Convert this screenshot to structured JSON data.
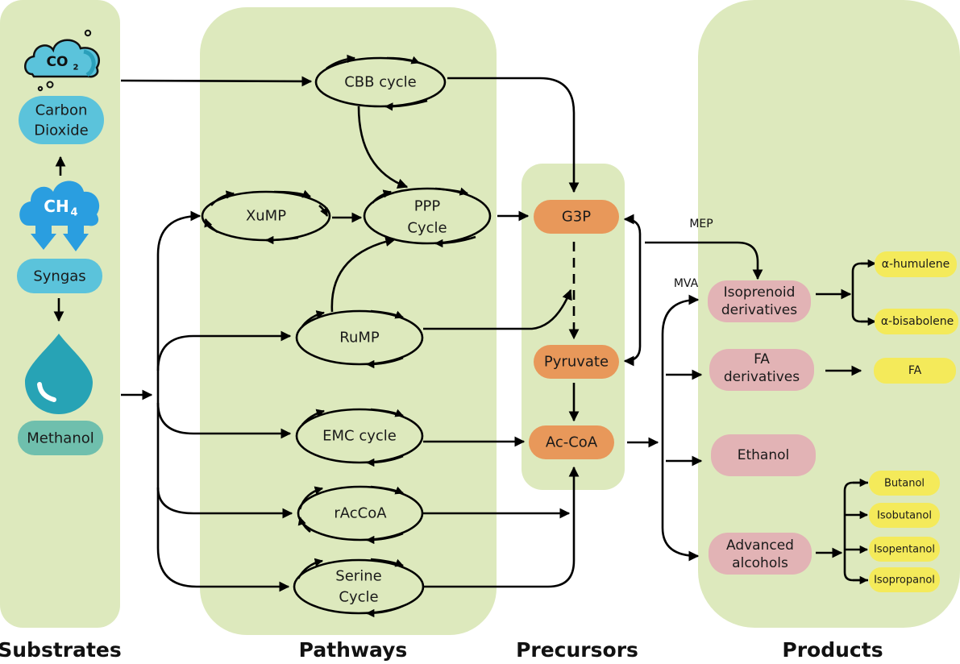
{
  "sections": {
    "substrates": "Substrates",
    "pathways": "Pathways",
    "precursors": "Precursors",
    "products": "Products"
  },
  "substrates": {
    "co2": {
      "icon": "cloud-co2-icon",
      "formula": "CO",
      "subscript": "2",
      "label_line1": "Carbon",
      "label_line2": "Dioxide"
    },
    "ch4": {
      "icon": "cloud-ch4-icon",
      "formula": "CH",
      "subscript": "4"
    },
    "syngas": {
      "label": "Syngas"
    },
    "methanol": {
      "icon": "droplet-icon",
      "label": "Methanol"
    }
  },
  "pathways": {
    "cbb": {
      "line1": "CBB cycle"
    },
    "xump": {
      "line1": "XuMP"
    },
    "ppp": {
      "line1": "PPP",
      "line2": "Cycle"
    },
    "rump": {
      "line1": "RuMP"
    },
    "emc": {
      "line1": "EMC cycle"
    },
    "raccoa": {
      "line1": "rAcCoA"
    },
    "serine": {
      "line1": "Serine",
      "line2": "Cycle"
    }
  },
  "precursors": {
    "g3p": "G3P",
    "pyruvate": "Pyruvate",
    "accoa": "Ac-CoA"
  },
  "route_labels": {
    "mep": "MEP",
    "mva": "MVA"
  },
  "products": {
    "isoprenoid": {
      "line1": "Isoprenoid",
      "line2": "derivatives",
      "outputs": [
        "α-humulene",
        "α-bisabolene"
      ]
    },
    "fa": {
      "line1": "FA",
      "line2": "derivatives",
      "outputs": [
        "FA"
      ]
    },
    "ethanol": {
      "line1": "Ethanol"
    },
    "advanced": {
      "line1": "Advanced",
      "line2": "alcohols",
      "outputs": [
        "Butanol",
        "Isobutanol",
        "Isopentanol",
        "Isopropanol"
      ]
    }
  },
  "colors": {
    "panel": "#dde9bd",
    "substrate_blue": "#5bc3db",
    "ch4_blue": "#2a9ee0",
    "methanol_teal": "#27a3b5",
    "methanol_label": "#6fbfad",
    "precursor_orange": "#e8985a",
    "product_pink": "#e2b3b5",
    "output_yellow": "#f4ea5a"
  }
}
